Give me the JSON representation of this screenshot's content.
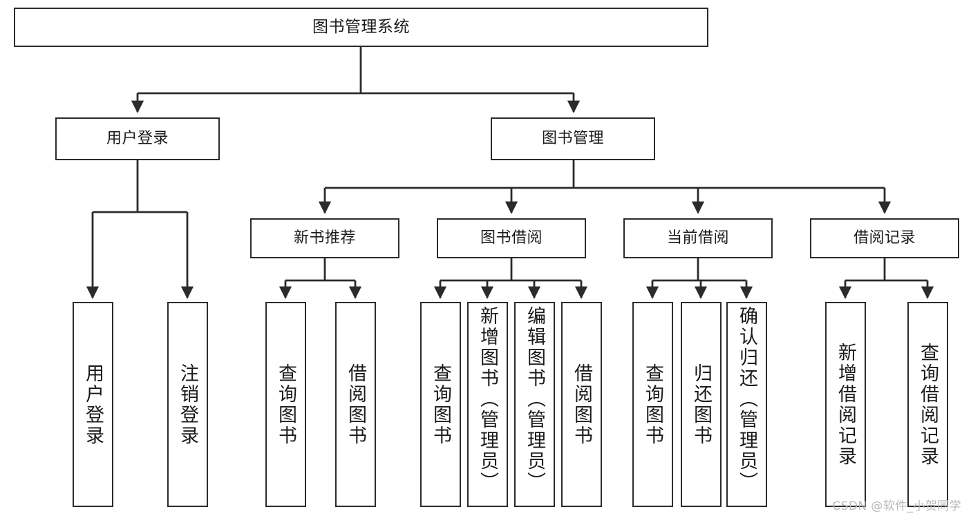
{
  "diagram": {
    "type": "tree-hierarchy",
    "title": "图书管理系统",
    "watermark": "CSDN @软件_小贺同学",
    "colors": {
      "stroke": "#2b2b2b",
      "fill": "#ffffff",
      "text": "#1a1a1a",
      "watermark": "#b9b9b9"
    },
    "nodes": {
      "root": {
        "label": "图书管理系统"
      },
      "level2": [
        {
          "id": "user-login",
          "label": "用户登录"
        },
        {
          "id": "book-manage",
          "label": "图书管理"
        }
      ],
      "level3": [
        {
          "id": "new-book-recommend",
          "label": "新书推荐"
        },
        {
          "id": "book-borrow",
          "label": "图书借阅"
        },
        {
          "id": "current-borrow",
          "label": "当前借阅"
        },
        {
          "id": "borrow-record",
          "label": "借阅记录"
        }
      ],
      "leaves": {
        "user_login": [
          {
            "id": "leaf-user-login",
            "label": "用户登录"
          },
          {
            "id": "leaf-logout",
            "label": "注销登录"
          }
        ],
        "new_book_recommend": [
          {
            "id": "leaf-query-book-1",
            "label": "查询图书"
          },
          {
            "id": "leaf-borrow-book-1",
            "label": "借阅图书"
          }
        ],
        "book_borrow": [
          {
            "id": "leaf-query-book-2",
            "label": "查询图书"
          },
          {
            "id": "leaf-add-book",
            "label": "新增图书（管理员）"
          },
          {
            "id": "leaf-edit-book",
            "label": "编辑图书（管理员）"
          },
          {
            "id": "leaf-borrow-book-2",
            "label": "借阅图书"
          }
        ],
        "current_borrow": [
          {
            "id": "leaf-query-book-3",
            "label": "查询图书"
          },
          {
            "id": "leaf-return-book",
            "label": "归还图书"
          },
          {
            "id": "leaf-confirm-return",
            "label": "确认归还（管理员）"
          }
        ],
        "borrow_record": [
          {
            "id": "leaf-add-record",
            "label": "新增借阅记录"
          },
          {
            "id": "leaf-query-record",
            "label": "查询借阅记录"
          }
        ]
      }
    }
  }
}
